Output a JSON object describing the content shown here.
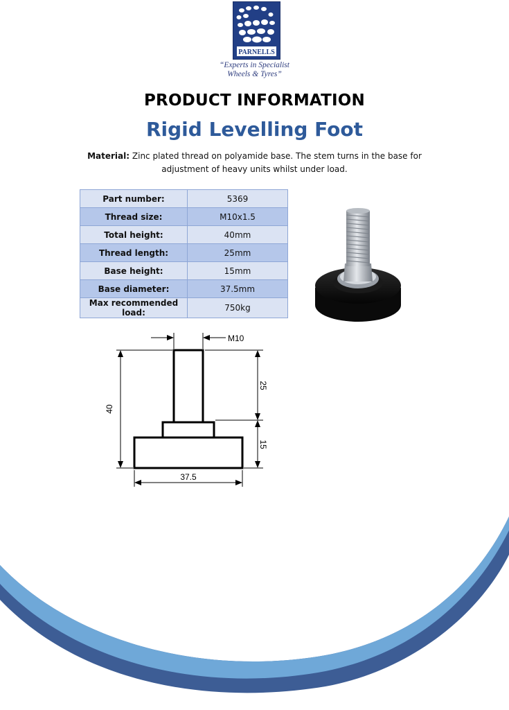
{
  "logo": {
    "name": "PARNELLS",
    "tagline_line1": "“Experts in Specialist",
    "tagline_line2": "Wheels & Tyres”"
  },
  "header": {
    "title": "PRODUCT INFORMATION",
    "product_name": "Rigid Levelling Foot"
  },
  "material": {
    "label": "Material:",
    "text_line1": "Zinc plated thread on polyamide base. The stem turns in the base for",
    "text_line2": "adjustment of heavy units whilst under load."
  },
  "specs": [
    {
      "label": "Part number:",
      "value": "5369"
    },
    {
      "label": "Thread size:",
      "value": "M10x1.5"
    },
    {
      "label": "Total height:",
      "value": "40mm"
    },
    {
      "label": "Thread length:",
      "value": "25mm"
    },
    {
      "label": "Base height:",
      "value": "15mm"
    },
    {
      "label": "Base diameter:",
      "value": "37.5mm"
    },
    {
      "label": "Max recommended load:",
      "value": "750kg"
    }
  ],
  "drawing": {
    "thread_label": "M10",
    "thread_length": "25",
    "base_height": "15",
    "total_height": "40",
    "base_diameter": "37.5"
  },
  "colors": {
    "brand_blue": "#2e5a9a",
    "table_light": "#dbe3f3",
    "table_dark": "#b5c7ea",
    "swoosh_light": "#6fa8d8",
    "swoosh_dark": "#3d5d95"
  }
}
